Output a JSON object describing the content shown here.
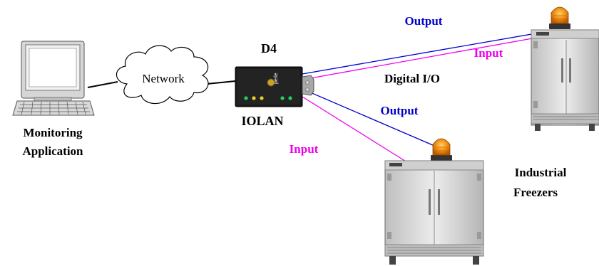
{
  "diagram": {
    "network_label": "Network",
    "computer_label": [
      "Monitoring",
      "Application"
    ],
    "device_model": "D4",
    "device_name": "IOLAN",
    "device_brand": "perle",
    "io_label": "Digital I/O",
    "freezer_label": [
      "Industrial",
      "Freezers"
    ],
    "links": {
      "top_output": "Output",
      "top_input": "Input",
      "bottom_output": "Output",
      "bottom_input": "Input"
    },
    "colors": {
      "output_line": "#0000cc",
      "input_line": "#ee00ee",
      "output_text": "#0000cc",
      "input_text": "#ee00ee",
      "text": "#000000",
      "device_body": "#1a1a1a",
      "beacon": "#e8820a",
      "freezer_body": "#d8d8d8"
    },
    "icons": [
      "computer-icon",
      "cloud-icon",
      "iolan-device-icon",
      "freezer-icon",
      "warning-beacon-icon"
    ]
  }
}
